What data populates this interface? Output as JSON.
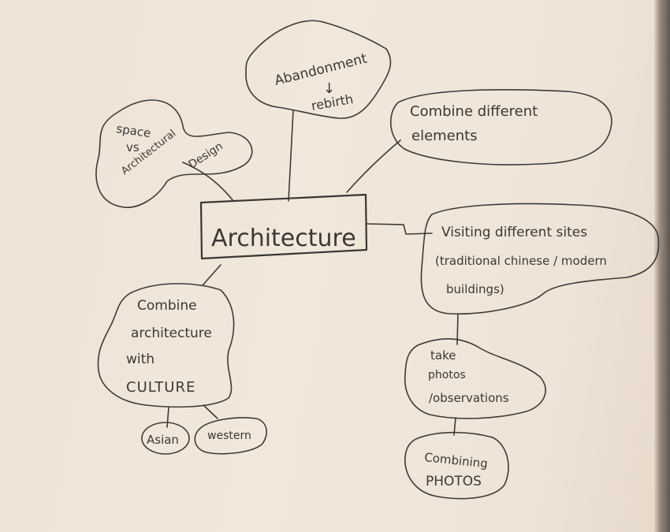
{
  "central": {
    "label": "Architecture"
  },
  "nodes": {
    "space_design": {
      "lines": [
        "space",
        "vs",
        "Architectural",
        "Design"
      ]
    },
    "abandonment": {
      "line1": "Abandonment",
      "arrow": "↓",
      "line2": "rebirth"
    },
    "combine_elements": {
      "line1": "Combine different",
      "line2": "elements"
    },
    "visiting_sites": {
      "line1": "Visiting different sites",
      "line2": "(traditional chinese / modern",
      "line3": "buildings)"
    },
    "combine_culture": {
      "line1": "Combine",
      "line2": "architecture",
      "line3": "with",
      "line4": "CULTURE"
    },
    "asian": {
      "label": "Asian"
    },
    "western": {
      "label": "western"
    },
    "take_photos": {
      "line1": "take",
      "line2": "photos",
      "line3": "/observations"
    },
    "combining_photos": {
      "line1": "Combining",
      "line2": "PHOTOS"
    }
  }
}
